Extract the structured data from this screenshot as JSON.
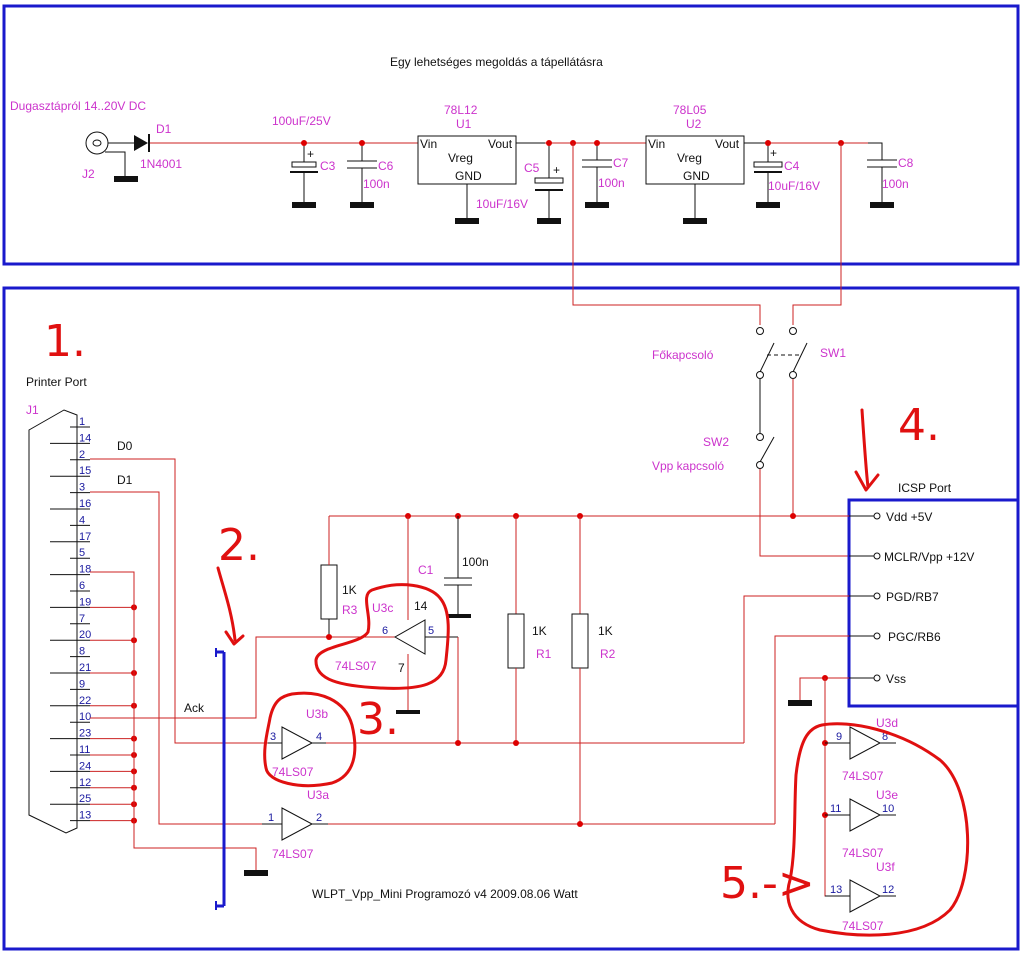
{
  "title": "Egy lehetséges megoldás a tápellátásra",
  "footer": "WLPT_Vpp_Mini Programozó v4   2009.08.06  Watt",
  "colors": {
    "frame": "#1a1acc",
    "wire": "#cc2222",
    "label": "#cc33cc",
    "pin": "#1a1aa0",
    "annotation": "#e01010"
  },
  "power": {
    "input_label": "Dugasztápról 14..20V DC",
    "j2": "J2",
    "d1": {
      "ref": "D1",
      "value": "1N4001"
    },
    "c3": {
      "ref": "C3",
      "value": "100uF/25V"
    },
    "c6": {
      "ref": "C6",
      "value": "100n"
    },
    "u1": {
      "part": "78L12",
      "ref": "U1",
      "body": "Vreg",
      "vin": "Vin",
      "vout": "Vout",
      "gnd": "GND"
    },
    "c5": {
      "ref": "C5",
      "value": "10uF/16V"
    },
    "c7": {
      "ref": "C7",
      "value": "100n"
    },
    "u2": {
      "part": "78L05",
      "ref": "U2",
      "body": "Vreg",
      "vin": "Vin",
      "vout": "Vout",
      "gnd": "GND"
    },
    "c4": {
      "ref": "C4",
      "value": "10uF/16V"
    },
    "c8": {
      "ref": "C8",
      "value": "100n"
    },
    "plus": "+"
  },
  "printer_port": {
    "label": "Printer Port",
    "ref": "J1",
    "pins": [
      "1",
      "14",
      "2",
      "15",
      "3",
      "16",
      "4",
      "17",
      "5",
      "18",
      "6",
      "19",
      "7",
      "20",
      "8",
      "21",
      "9",
      "22",
      "10",
      "23",
      "11",
      "24",
      "12",
      "25",
      "13"
    ],
    "d0": "D0",
    "d1": "D1",
    "ack": "Ack"
  },
  "switches": {
    "sw1_ref": "SW1",
    "sw1_label": "Főkapcsoló",
    "sw2_ref": "SW2",
    "sw2_label": "Vpp kapcsoló"
  },
  "icsp": {
    "label": "ICSP Port",
    "pins": [
      "Vdd +5V",
      "MCLR/Vpp +12V",
      "PGD/RB7",
      "PGC/RB6",
      "Vss"
    ]
  },
  "logic": {
    "r3": {
      "ref": "R3",
      "value": "1K"
    },
    "r1": {
      "ref": "R1",
      "value": "1K"
    },
    "r2": {
      "ref": "R2",
      "value": "1K"
    },
    "c1": {
      "ref": "C1",
      "value": "100n"
    },
    "u3c": {
      "ref": "U3c",
      "part": "74LS07",
      "in": "6",
      "out": "5",
      "vcc": "14",
      "gnd": "7"
    },
    "u3b": {
      "ref": "U3b",
      "part": "74LS07",
      "in": "3",
      "out": "4"
    },
    "u3a": {
      "ref": "U3a",
      "part": "74LS07",
      "in": "1",
      "out": "2"
    },
    "u3d": {
      "ref": "U3d",
      "part": "74LS07",
      "in": "9",
      "out": "8"
    },
    "u3e": {
      "ref": "U3e",
      "part": "74LS07",
      "in": "11",
      "out": "10"
    },
    "u3f": {
      "ref": "U3f",
      "part": "74LS07",
      "in": "13",
      "out": "12"
    }
  },
  "annotations": [
    "1.",
    "2.",
    "3.",
    "4.",
    "5.->"
  ]
}
